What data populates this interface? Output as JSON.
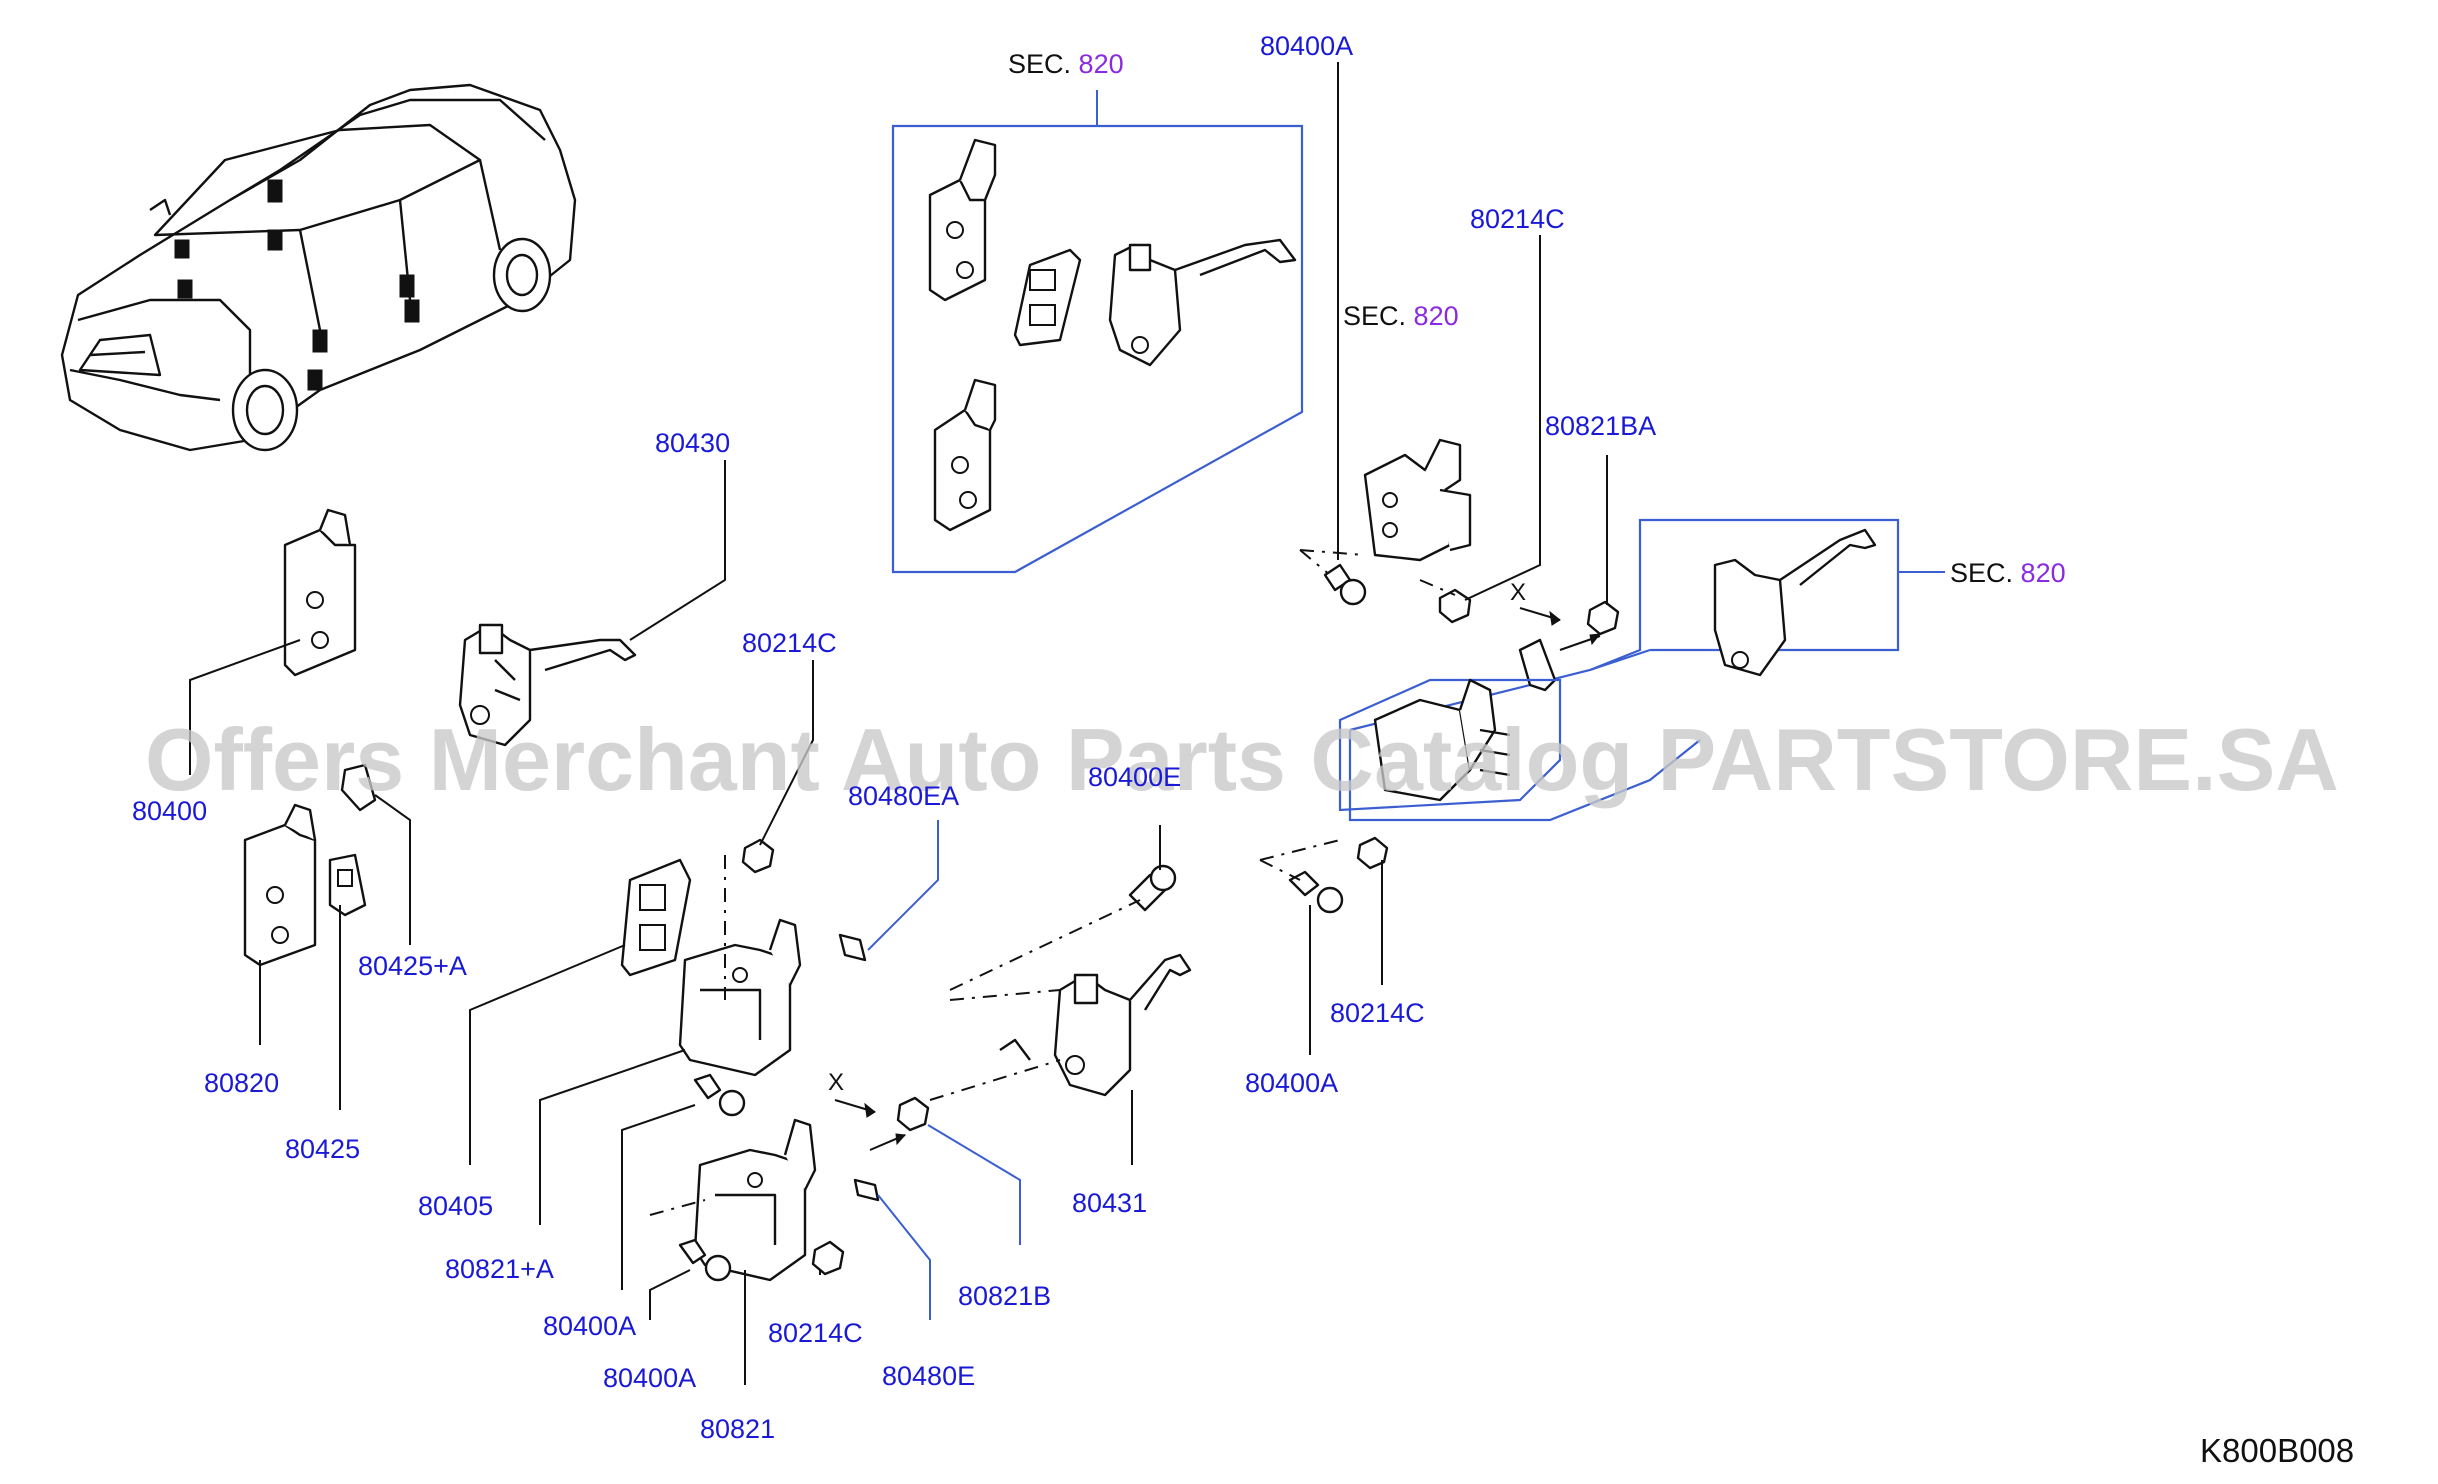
{
  "labels": {
    "sec_a": "SEC.",
    "sec_a_num": "820",
    "sec_b": "SEC.",
    "sec_b_num": "820",
    "sec_c": "SEC.",
    "sec_c_num": "820",
    "p80400A_top": "80400A",
    "p80214C_top": "80214C",
    "p80821BA": "80821BA",
    "p80430": "80430",
    "p80214C_mid": "80214C",
    "p80400": "80400",
    "p80480EA": "80480EA",
    "p80400E": "80400E",
    "p80425A": "80425+A",
    "p80214C_right": "80214C",
    "p80820": "80820",
    "p80400A_right": "80400A",
    "p80425": "80425",
    "p80431": "80431",
    "p80405": "80405",
    "p80821A": "80821+A",
    "p80821B": "80821B",
    "p80400A_mid": "80400A",
    "p80214C_low": "80214C",
    "p80400A_low": "80400A",
    "p80480E": "80480E",
    "p80821": "80821",
    "x_upper": "X",
    "x_lower": "X"
  },
  "reference_code": "K800B008",
  "watermark": "Offers Merchant Auto Parts Catalog PARTSTORE.SA",
  "colors": {
    "label": "#1a1ad6",
    "section_number": "#8a2be2",
    "box": "#3b5fd0",
    "watermark": "#c8c8c8"
  }
}
